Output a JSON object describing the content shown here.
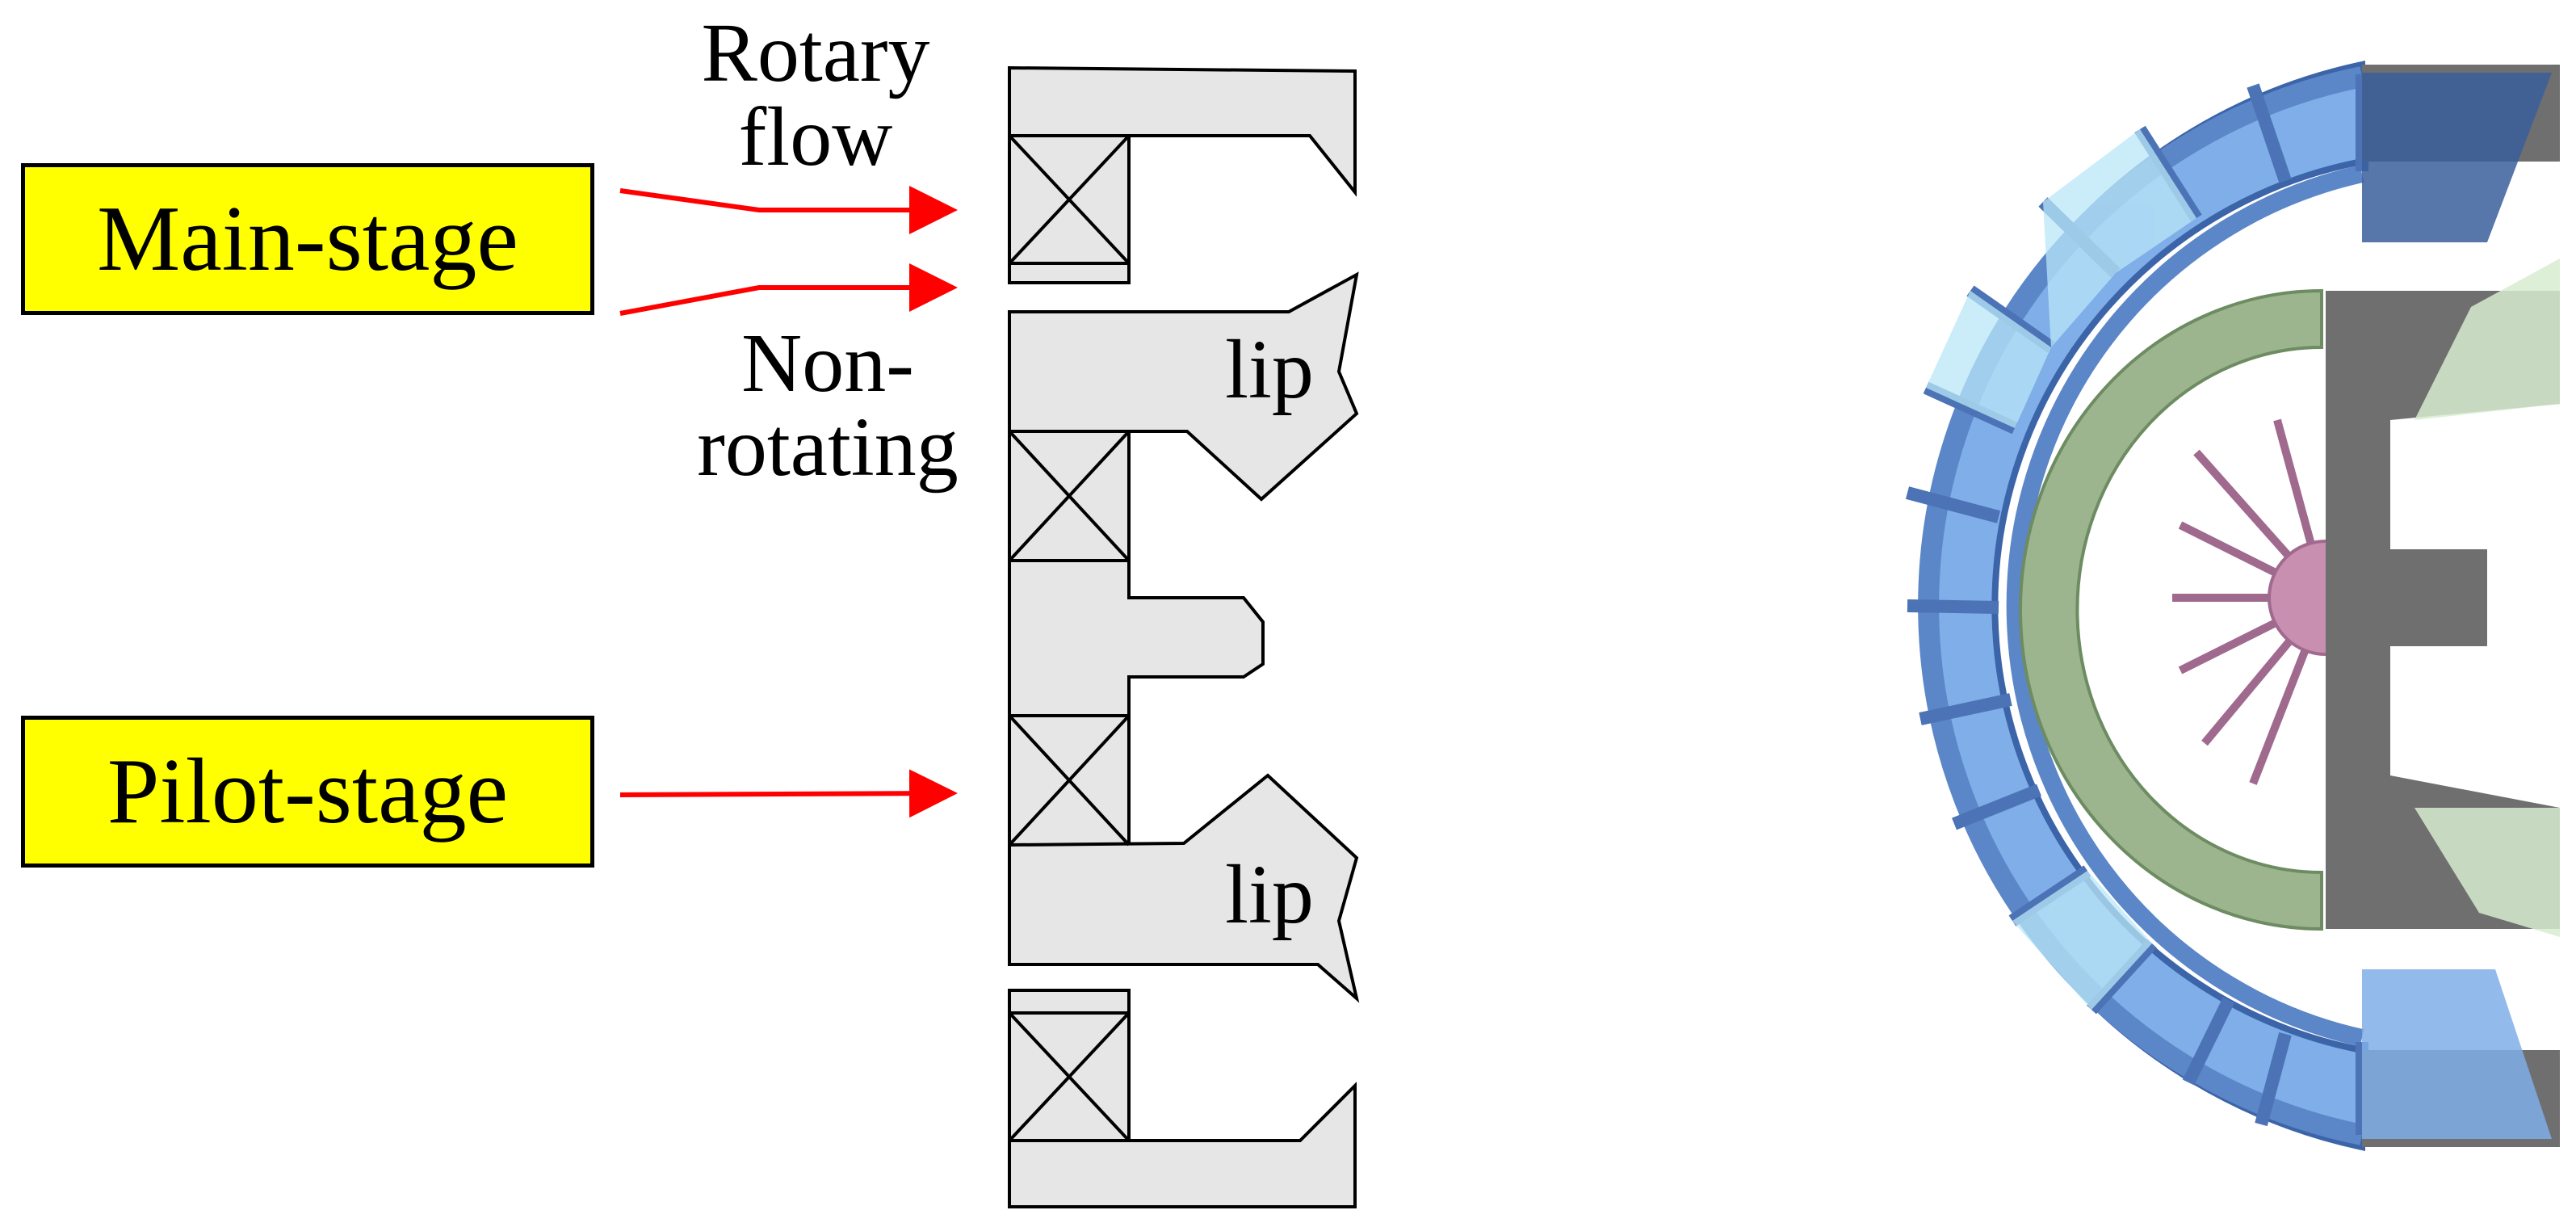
{
  "labels": {
    "main_stage": "Main-stage",
    "pilot_stage": "Pilot-stage",
    "rotary_line1": "Rotary",
    "rotary_line2": "flow",
    "nonrot_line1": "Non-",
    "nonrot_line2": "rotating",
    "lip_upper": "lip",
    "lip_lower": "lip"
  },
  "colors": {
    "label_fill": "#ffff00",
    "arrow": "#ff0000",
    "section_fill": "#e6e6e6",
    "vane_blue": "#5d8fd6",
    "ring_green": "#9db58f",
    "inner_pink": "#c98fb0",
    "steel_grey": "#707070"
  }
}
